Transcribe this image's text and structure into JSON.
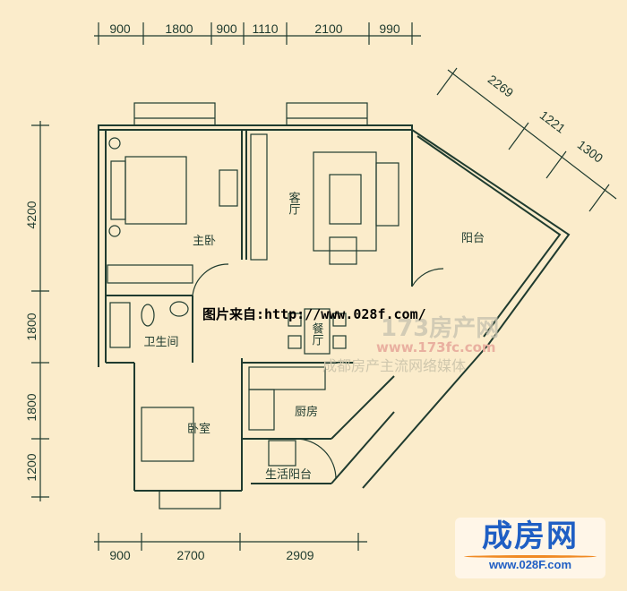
{
  "dimensions": {
    "top": [
      "900",
      "1800",
      "900",
      "1110",
      "2100",
      "990"
    ],
    "left": [
      "4200",
      "1800",
      "1800",
      "1200"
    ],
    "bottom": [
      "900",
      "2700",
      "2909"
    ],
    "diagonal": [
      "2269",
      "1221",
      "1300"
    ]
  },
  "rooms": {
    "master_bedroom": "主卧",
    "living_room": "客厅",
    "balcony": "阳台",
    "bathroom": "卫生间",
    "dining_room": "餐厅",
    "bedroom": "卧室",
    "kitchen": "厨房",
    "utility_balcony": "生活阳台"
  },
  "watermarks": {
    "source": "图片来自:http://www.028f.com/",
    "site_173": "173房产网",
    "site_173_url": "www.173fc.com",
    "slogan": "成都房产主流网络媒体"
  },
  "logo": {
    "name": "成房网",
    "url": "www.028F.com"
  },
  "colors": {
    "background": "#fbeccb",
    "lines": "#1f3b2f",
    "logo_blue": "#1f5fc4",
    "logo_orange": "#f08a24"
  }
}
